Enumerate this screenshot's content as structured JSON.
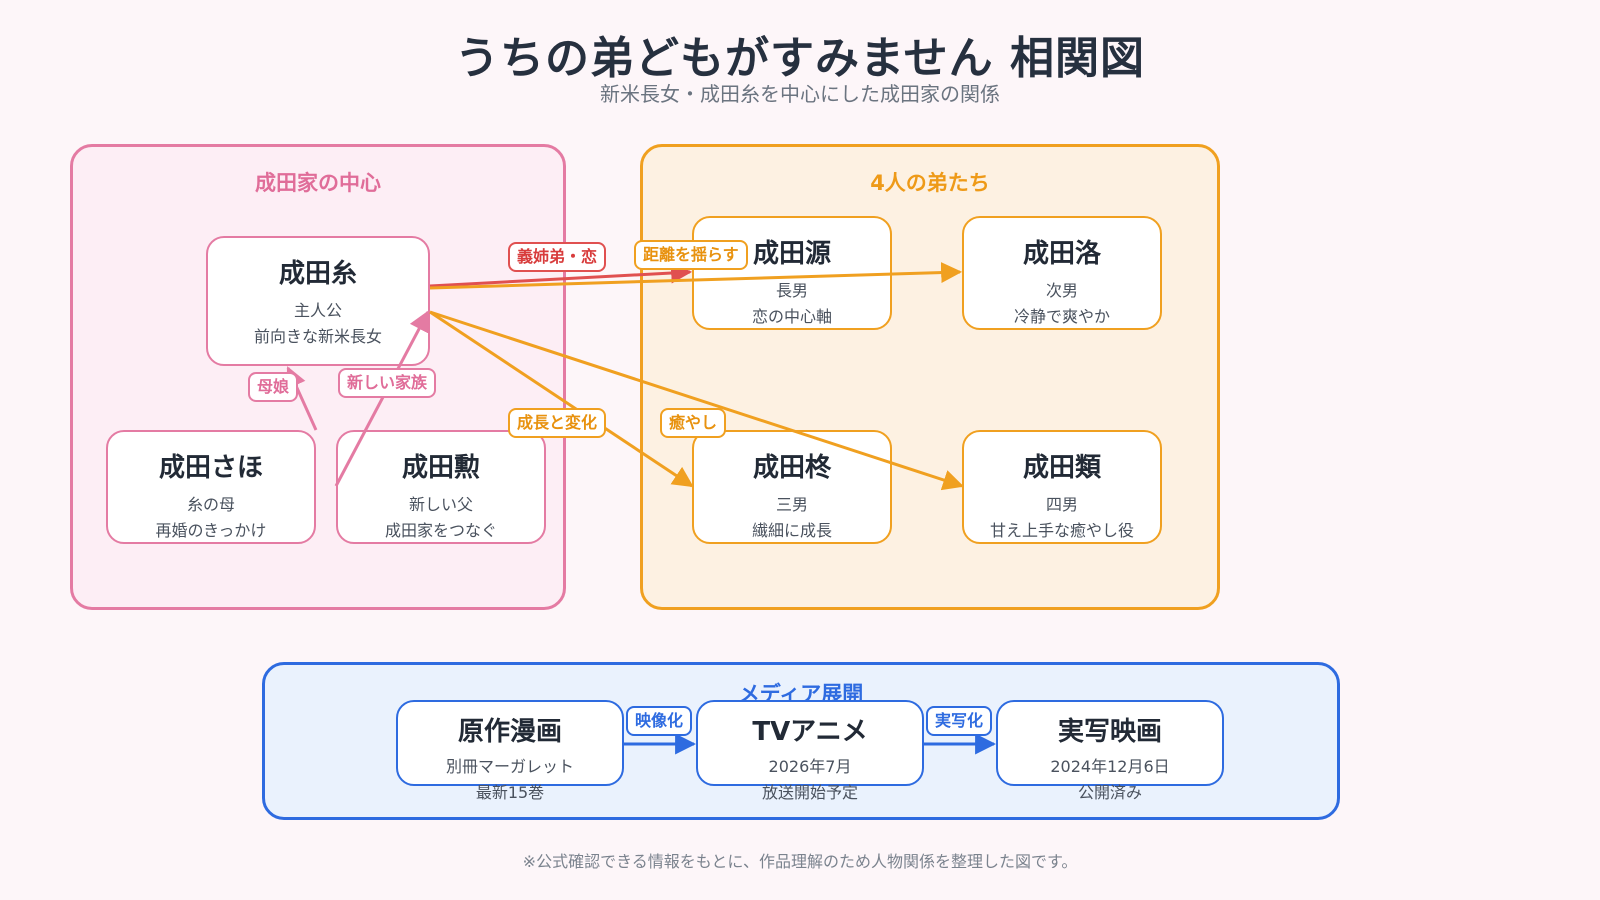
{
  "title": "うちの弟どもがすみません 相関図",
  "subtitle": "新米長女・成田糸を中心にした成田家の関係",
  "groups": {
    "family": "成田家の中心",
    "brothers": "4人の弟たち",
    "media": "メディア展開"
  },
  "nodes": {
    "ito": {
      "name": "成田糸",
      "line1": "主人公",
      "line2": "前向きな新米長女"
    },
    "saho": {
      "name": "成田さほ",
      "line1": "糸の母",
      "line2": "再婚のきっかけ"
    },
    "isao": {
      "name": "成田勲",
      "line1": "新しい父",
      "line2": "成田家をつなぐ"
    },
    "gen": {
      "name": "成田源",
      "line1": "長男",
      "line2": "恋の中心軸"
    },
    "hiro": {
      "name": "成田洛",
      "line1": "次男",
      "line2": "冷静で爽やか"
    },
    "hiiragi": {
      "name": "成田柊",
      "line1": "三男",
      "line2": "繊細に成長"
    },
    "rui": {
      "name": "成田類",
      "line1": "四男",
      "line2": "甘え上手な癒やし役"
    }
  },
  "media": {
    "manga": {
      "name": "原作漫画",
      "line1": "別冊マーガレット",
      "line2": "最新15巻"
    },
    "anime": {
      "name": "TVアニメ",
      "line1": "2026年7月",
      "line2": "放送開始予定"
    },
    "movie": {
      "name": "実写映画",
      "line1": "2024年12月6日",
      "line2": "公開済み"
    }
  },
  "edges": {
    "saho_ito": "母娘",
    "isao_ito": "新しい家族",
    "ito_gen": "義姉弟・恋",
    "ito_hiro": "距離を揺らす",
    "ito_hiiragi": "成長と変化",
    "ito_rui": "癒やし",
    "manga_anime": "映像化",
    "anime_movie": "実写化"
  },
  "colors": {
    "pink": "#e47ba3",
    "orange": "#f0a020",
    "red": "#e05050",
    "blue": "#2e6be0",
    "background": "#fdf6f9"
  },
  "footnote": "※公式確認できる情報をもとに、作品理解のため人物関係を整理した図です。"
}
